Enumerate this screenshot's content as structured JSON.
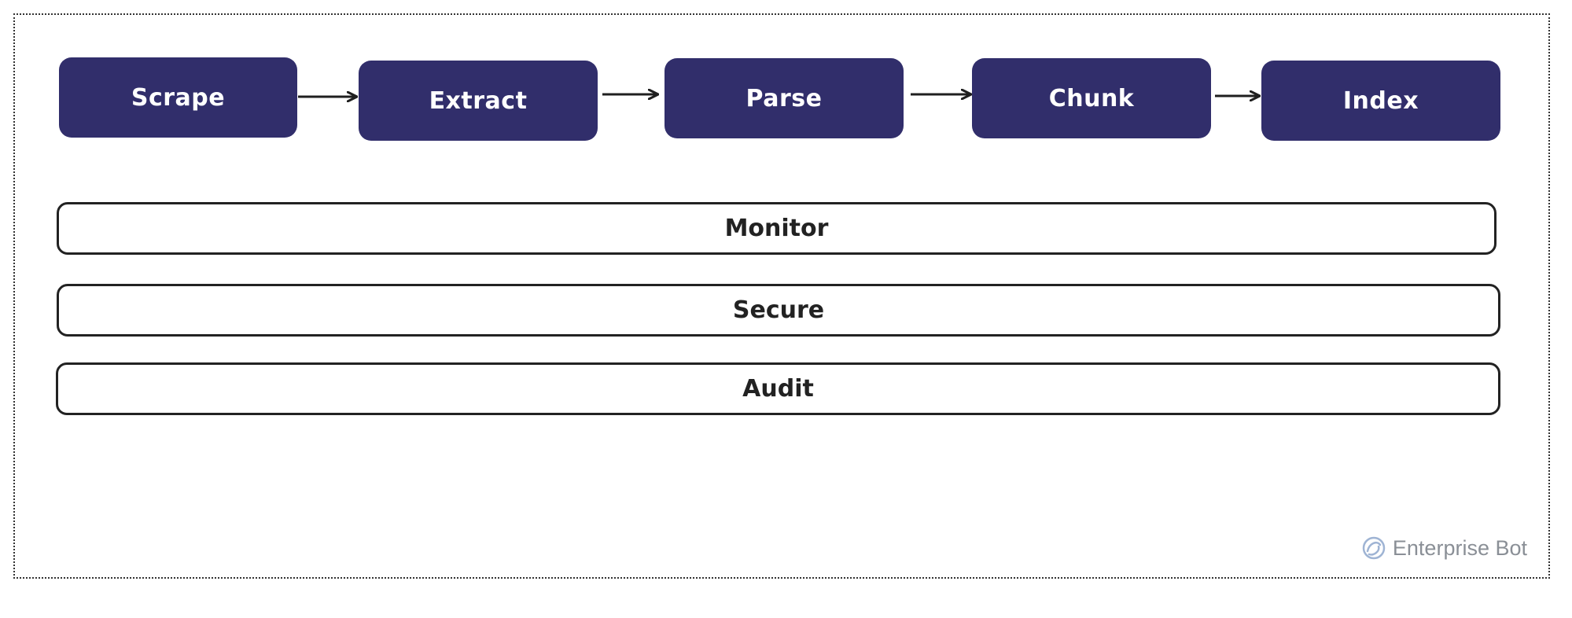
{
  "pipeline": {
    "stages": [
      {
        "label": "Scrape"
      },
      {
        "label": "Extract"
      },
      {
        "label": "Parse"
      },
      {
        "label": "Chunk"
      },
      {
        "label": "Index"
      }
    ],
    "stage_color": "#312e6b",
    "stage_text_color": "#ffffff"
  },
  "layers": [
    {
      "label": "Monitor"
    },
    {
      "label": "Secure"
    },
    {
      "label": "Audit"
    }
  ],
  "brand": {
    "name": "Enterprise Bot",
    "icon": "enterprise-bot-logo-icon",
    "color": "#8a8f96"
  }
}
